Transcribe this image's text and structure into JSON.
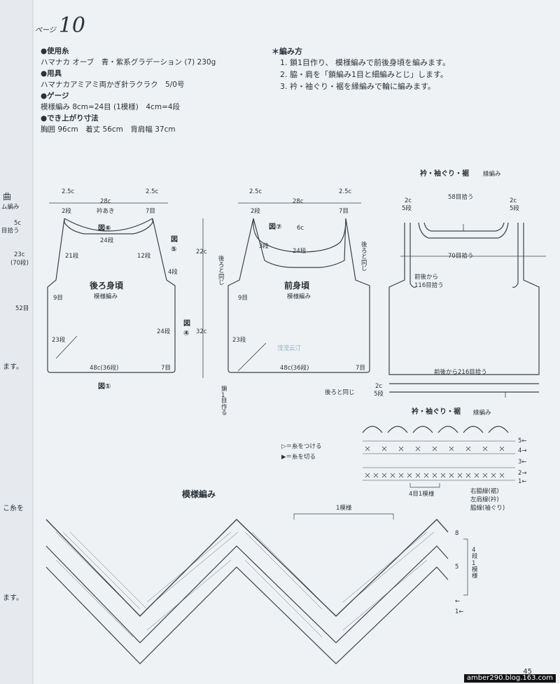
{
  "header": {
    "page_label": "ページ",
    "page_number": "10"
  },
  "materials": {
    "yarn_heading": "●使用糸",
    "yarn_value": "ハマナカ オーブ　青・紫系グラデーション (7) 230g",
    "tool_heading": "●用具",
    "tool_value": "ハマナカアミアミ両かぎ針ラクラク　5/0号",
    "gauge_heading": "●ゲージ",
    "gauge_value": "模様編み 8cm=24目 (1模様)　4cm=4段",
    "size_heading": "●でき上がり寸法",
    "size_value": "胸囲 96cm　着丈 56cm　背肩幅 37cm"
  },
  "instructions": {
    "heading": "＊編み方",
    "steps": [
      "1. 鎖1目作り、 模様編みで前後身頃を編みます。",
      "2. 脇・肩を「鎖編み1目と細編みとじ」します。",
      "3. 衿・袖ぐり・裾を縁編みで輪に編みます。"
    ]
  },
  "back": {
    "title": "後ろ身頃",
    "sub": "模様編み",
    "top_left": "2.5c",
    "top_mid": "28c",
    "top_right": "2.5c",
    "row_l": "2段",
    "neck": "衿あき",
    "row_r": "7目",
    "fig6": "図⑥",
    "rows24": "24段",
    "rows21": "21段",
    "rows12": "12段",
    "fig5a": "図",
    "fig5b": "⑤",
    "rows4": "4段",
    "rows9": "9目",
    "rows23": "23段",
    "rows24b": "24段",
    "bottom": "48c(36段)",
    "rows7": "7目",
    "fig1": "図①",
    "fig4a": "図",
    "fig4b": "④"
  },
  "dims": {
    "h22": "22c",
    "h32": "32c"
  },
  "front": {
    "title": "前身頃",
    "sub": "模様編み",
    "top_left": "2.5c",
    "top_mid": "28c",
    "top_right": "2.5c",
    "row_l": "2段",
    "row_r": "7目",
    "fig7": "図⑦",
    "depth": "6c",
    "rows3": "3段",
    "rows24": "24段",
    "same_l": "後ろと同じ",
    "same_r": "後ろと同じ",
    "rows9": "9目",
    "rows23": "23段",
    "bottom": "48c(36段)",
    "rows7": "7目",
    "start": "鎖1目作る",
    "same_b": "後ろと同じ"
  },
  "border_top": {
    "title": "衿・袖ぐり・裾",
    "sub": "縁編み",
    "pick58": "58目拾う",
    "c2l": "2c",
    "r5l": "5段",
    "c2r": "2c",
    "r5r": "5段",
    "pick70": "70目拾う",
    "from116a": "前後から",
    "from116b": "116目拾う",
    "pick216": "前後から216目拾う",
    "c2b": "2c",
    "r5b": "5段"
  },
  "border_chart": {
    "title": "衿・袖ぐり・裾",
    "sub": "縁編み",
    "repeat": "4目1模様",
    "notes": [
      "右脇線(裾)",
      "左肩線(衿)",
      "脇線(袖ぐり)"
    ],
    "rows": [
      "5←",
      "4→",
      "3←",
      "2→",
      "1←"
    ]
  },
  "legend": {
    "attach": "＝糸をつける",
    "cut": "＝糸を切る"
  },
  "pattern": {
    "title": "模様編み",
    "repeat": "1模様",
    "block": "4段1模様",
    "rows": [
      "8",
      "5",
      "←",
      "1←"
    ]
  },
  "watermark": "滢滢云汀",
  "footer": {
    "page": "45",
    "url": "amber290.blog.163.com"
  },
  "left_strip": [
    "曲",
    "ム編み",
    "5c",
    "目拾う",
    "23c",
    "(70段)",
    "52目",
    "ます。",
    "こ糸を",
    "ます。"
  ]
}
